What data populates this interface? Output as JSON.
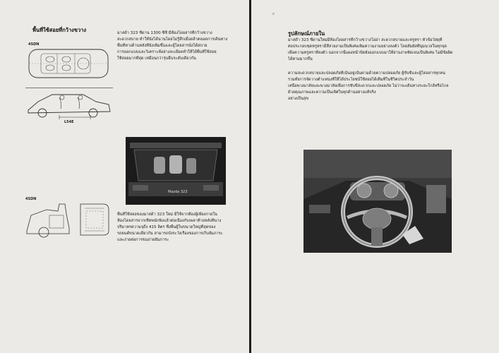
{
  "left_page": {
    "heading": "พื้นที่ใช้สอยที่กว้างขวาง",
    "intro_lines": [
      "มาสด้า 323 ซีดาน 1300 ซีซี มีห้องโดยสารที่กว้างขวาง",
      "สะดวกสบาย ทำให้นั่งได้นานโดยไม่รู้สึกเมื่อยล้าตลอดการเดินทาง",
      "พื้นที่ทางด้านหลังที่นั่งเพิ่มขึ้นและผู้โดยสารนั่งได้สบาย",
      "การออกแบบและวิเคราะห์อย่างละเอียดทำให้ได้พื้นที่ใช้สอย",
      "ใช้สอยมากที่สุด เหมือนกว่ารุ่นอื่นระดับเดียวกัน"
    ],
    "label_top": "4SDN",
    "dimension_label": "L54E",
    "label_bottom": "4SDN",
    "trunk_photo_caption": "Mazda 323",
    "trunk_lines": [
      "พื้นที่ใช้สอยของมาสด้า 323 ใหม่ มีใช้จากห้องผู้เพียงกายใน",
      "ห้องโดยสารจากเซ็ทพนักพิงแล้วต่อเนื่องกับเพลาท้ายหลังที่นาง",
      "ปริมาตรความจุถึง 415 ลิตร ซึ่งพื้นผู้ในขนาดใหญ่ที่สุดของ",
      "รถยนต์ขนาดเดียวกัน สามารถบังระวังเรื่องของการเก็บสัมภาระ",
      "และง่ายต่อการขนถ่ายสัมภาระ"
    ]
  },
  "right_page": {
    "heading": "รูปลักษณ์ภายใน",
    "para1_lines": [
      "มาสด้า 323 ซีดานใหม่มีห้องโดยสารที่กว้างขวางโอ่อ่า สะดวกสบายและหรูหรา หัวข้อวัสดุที่",
      "ต่อประกอบชุดหรูหรามีสีสวยงามเป็นพิเศษเพิ่มความงามอย่างลงตัว โดยสัมผัสที่นุ่มนวลในทุกจุด",
      "เพื่อความหรูหราที่ลงตัว นอกจากนี้แผงหน้าปัดยังออกแบบมาให้อ่านง่ายชัดเจนเป็นพิเศษ ไม่มีข้อผิด",
      "ได้ตามมากขึ้น"
    ],
    "para2_lines": [
      "ความสะดวกสบายและปลอดภัยที่เน้นอยู่เน้นตามด้วยความปลอดภัย ผู้ขับขี่และผู้โดยสารทุกคน",
      "รวมทั้งการจัดวางตำแหน่งที่ให้ได้ประโยชน์ใช้สอยได้เต็มที่ในชีวิตประจำวัน",
      "เหนือพวงมาลัยและพวงมาลัยเพื่อการขับขี่สะดวกและปลอดภัย ไม่ว่าจะเดินทางระยะใกล้หรือไกล",
      "ด้วยคุณภาพและความเป็นเลิศในทุกด้านอย่างแท้จริง",
      "อย่างเป็นสุข"
    ]
  }
}
